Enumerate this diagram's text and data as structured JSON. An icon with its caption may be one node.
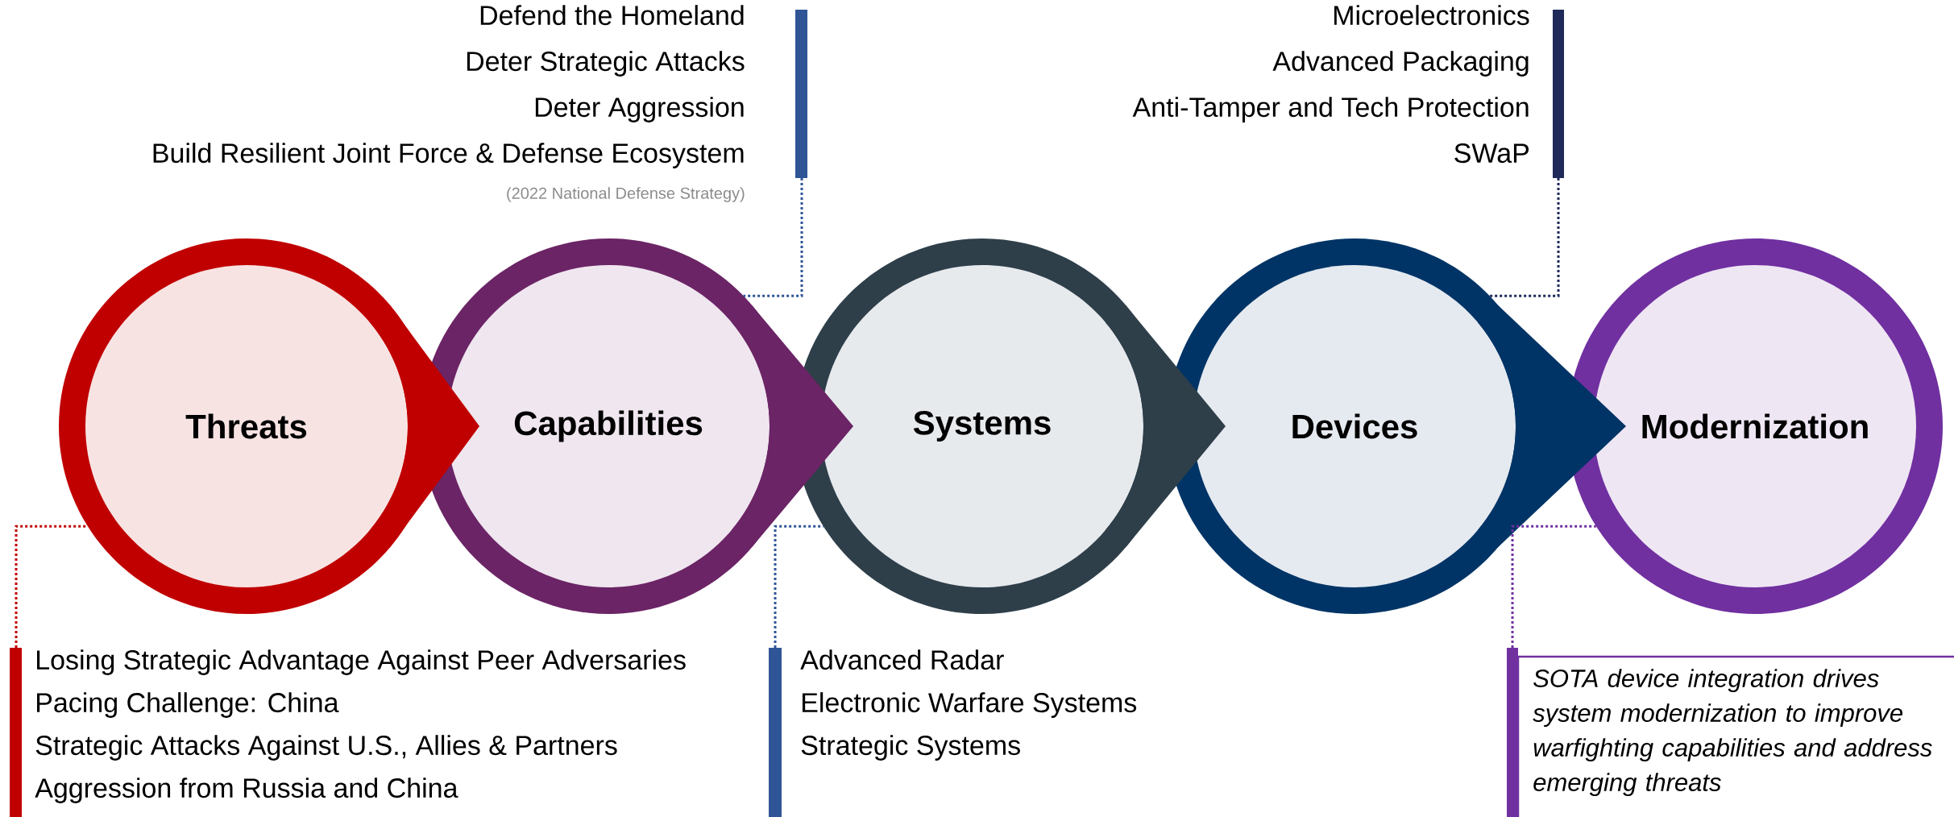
{
  "diagram": {
    "nodes": [
      {
        "text": [
          "Threats"
        ]
      },
      {
        "text": [
          "Capabilities"
        ]
      },
      {
        "text": [
          "Systems"
        ]
      },
      {
        "text": [
          "Devices"
        ]
      },
      {
        "text": [
          "Modernization"
        ]
      },
      {
        "text": [
          "Defend the Homeland",
          "Deter Strategic Attacks",
          "Deter Aggression",
          "Build Resilient Joint Force & Defense Ecosystem"
        ],
        "beside": [
          "(2022 National Defense Strategy)"
        ]
      },
      {
        "text": [
          "Microelectronics",
          "Advanced Packaging",
          "Anti-Tamper and Tech Protection",
          "SWaP"
        ]
      },
      {
        "text": [
          "Losing Strategic Advantage Against Peer Adversaries",
          "Pacing Challenge: China",
          "Strategic Attacks Against U.S., Allies & Partners",
          "Aggression from Russia and China"
        ]
      },
      {
        "text": [
          "Advanced Radar",
          "Electronic Warfare Systems",
          "Strategic Systems"
        ]
      },
      {
        "text": [
          "SOTA device integration drives system modernization to improve warfighting capabilities and address emerging threats"
        ]
      }
    ],
    "edges": [
      {
        "from": 0,
        "to": 1,
        "arrow": "to",
        "color": "#c00000"
      },
      {
        "from": 1,
        "to": 2,
        "arrow": "to",
        "color": "#6b2465"
      },
      {
        "from": 2,
        "to": 3,
        "arrow": "to",
        "color": "#2e3f4a"
      },
      {
        "from": 3,
        "to": 4,
        "arrow": "to",
        "color": "#003466"
      },
      {
        "from": 5,
        "to": 1,
        "arrow": "none",
        "style": "dashed",
        "color": "#2f5597"
      },
      {
        "from": 6,
        "to": 3,
        "arrow": "none",
        "style": "dashed",
        "color": "#1f2a5a"
      },
      {
        "from": 7,
        "to": 0,
        "arrow": "none",
        "style": "dashed",
        "color": "#c00000"
      },
      {
        "from": 8,
        "to": 2,
        "arrow": "none",
        "style": "dashed",
        "color": "#2f5597"
      },
      {
        "from": 9,
        "to": 4,
        "arrow": "none",
        "style": "dashed",
        "color": "#7030a0"
      }
    ]
  }
}
